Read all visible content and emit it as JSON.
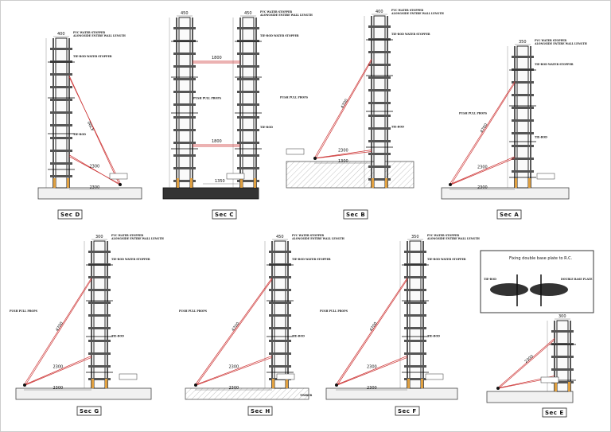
{
  "sections": [
    {
      "label": "Sec D",
      "top": "400",
      "prop_upper": "4700",
      "prop_lower": "2300",
      "prop_base": "2300",
      "props_label": "",
      "rods_label": "TIE-ROD",
      "ground": "plain",
      "level_tag": ""
    },
    {
      "label": "Sec C",
      "top": "450",
      "prop_upper": "1800",
      "prop_lower": "1800",
      "prop_base": "1350",
      "props_label": "PUSH PULL PROPS",
      "rods_label": "TIE-ROD",
      "ground": "dark",
      "level_tag": ""
    },
    {
      "label": "Sec B",
      "top": "400",
      "prop_upper": "4700",
      "prop_lower": "2300",
      "prop_base": "1300",
      "props_label": "PUSH PULL PROPS",
      "rods_label": "TIE-ROD",
      "ground": "hatch",
      "level_tag": ""
    },
    {
      "label": "Sec A",
      "top": "350",
      "prop_upper": "4700",
      "prop_lower": "2300",
      "prop_base": "2300",
      "props_label": "PUSH PULL PROPS",
      "rods_label": "TIE-ROD",
      "ground": "plain",
      "level_tag": ""
    },
    {
      "label": "Sec G",
      "top": "300",
      "prop_upper": "4700",
      "prop_lower": "2300",
      "prop_base": "2300",
      "props_label": "PUSH PULL PROPS",
      "rods_label": "TIE-ROD",
      "ground": "plain",
      "level_tag": ""
    },
    {
      "label": "Sec H",
      "top": "450",
      "prop_upper": "4700",
      "prop_lower": "2300",
      "prop_base": "2300",
      "props_label": "PUSH PULL PROPS",
      "rods_label": "TIE-ROD",
      "ground": "hatch",
      "level_tag": "TIMBER"
    },
    {
      "label": "Sec F",
      "top": "350",
      "prop_upper": "4700",
      "prop_lower": "2300",
      "prop_base": "2300",
      "props_label": "PUSH PULL PROPS",
      "rods_label": "TIE-ROD",
      "ground": "plain",
      "level_tag": ""
    },
    {
      "label": "Sec E",
      "top": "300",
      "prop_upper": "2300",
      "prop_lower": "",
      "prop_base": "",
      "props_label": "",
      "rods_label": "",
      "ground": "plain",
      "level_tag": ""
    }
  ],
  "notes": {
    "pvc_stopper": "PVC WATER STOPPER",
    "pvc_stopper_sub": "ALONGSIDE ENTIRE WALL LENGTH",
    "tie_rod_stopper": "TIE-ROD WATER STOPPER",
    "tie_rod": "TIE-ROD",
    "props": "PUSH PULL PROPS"
  },
  "inset": {
    "title": "Fixing double base plate to R.C.",
    "left_note": "TIE-ROD",
    "right_note": "DOUBLE BASE PLATE"
  }
}
